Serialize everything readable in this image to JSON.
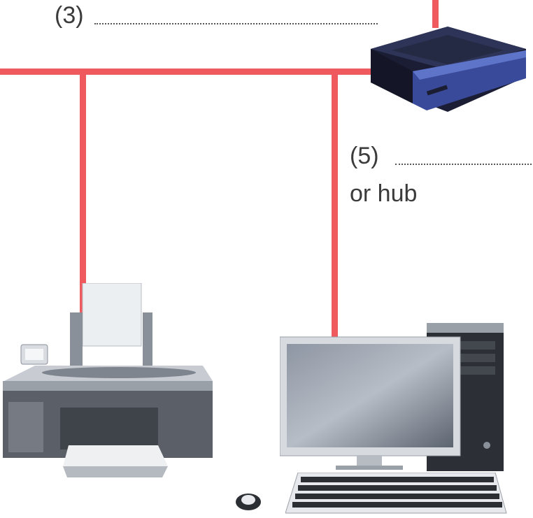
{
  "labels": {
    "blank3": "(3)",
    "blank5": "(5)",
    "hub": "or hub"
  },
  "devices": {
    "modem": "modem-icon",
    "printer": "printer-icon",
    "computer": "desktop-computer-icon",
    "mouse": "mouse-icon",
    "keyboard": "keyboard-icon"
  },
  "colors": {
    "wire": "#ef5a5e",
    "text": "#3b3b3b"
  }
}
